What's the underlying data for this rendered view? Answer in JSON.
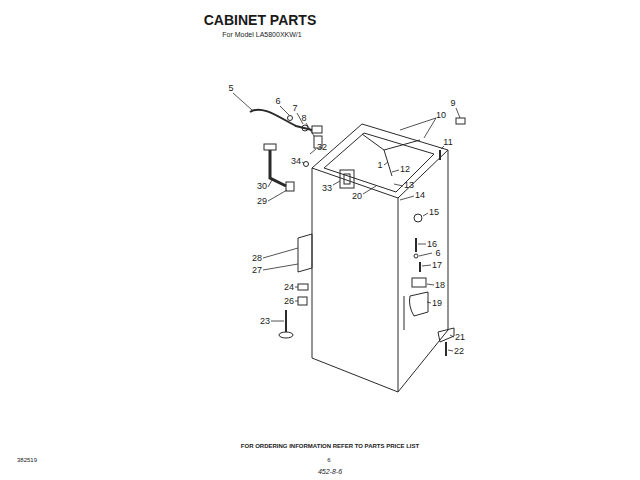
{
  "diagram": {
    "title": "CABINET PARTS",
    "labels": [
      "For Model LA5800XKW/1",
      "5",
      "6",
      "7",
      "8",
      "9",
      "10",
      "11",
      "32",
      "34",
      "30",
      "29",
      "33",
      "1",
      "12",
      "20",
      "13",
      "14",
      "15",
      "16",
      "6",
      "17",
      "18",
      "19",
      "28",
      "27",
      "24",
      "26",
      "21",
      "22",
      "23",
      "FOR ORDERING INFORMATION REFER TO PARTS PRICE LIST",
      "382519",
      "6",
      "452-8-6"
    ]
  }
}
